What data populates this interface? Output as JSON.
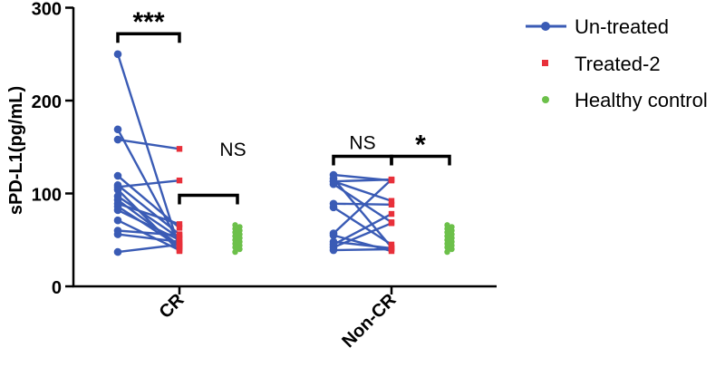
{
  "chart_data": {
    "type": "scatter",
    "ylabel": "sPD-L1(pg/mL)",
    "ylim": [
      0,
      300
    ],
    "yticks": [
      0,
      100,
      200,
      300
    ],
    "categories": [
      "CR",
      "Non-CR"
    ],
    "legend": {
      "position": "top-right",
      "items": [
        {
          "label": "Un-treated",
          "color": "#3A5BB5",
          "marker": "circle-line"
        },
        {
          "label": "Treated-2",
          "color": "#E8303A",
          "marker": "square"
        },
        {
          "label": "Healthy control",
          "color": "#6CC04A",
          "marker": "circle"
        }
      ]
    },
    "colors": {
      "untreated": "#3A5BB5",
      "treated": "#E8303A",
      "healthy": "#6CC04A",
      "pair_line": "#3A5BB5"
    },
    "groups": [
      {
        "category": "CR",
        "pairs": [
          [
            250,
            41
          ],
          [
            169,
            46
          ],
          [
            158,
            148
          ],
          [
            119,
            63
          ],
          [
            109,
            56
          ],
          [
            107,
            114
          ],
          [
            104,
            38
          ],
          [
            97,
            52
          ],
          [
            93,
            44
          ],
          [
            89,
            67
          ],
          [
            86,
            43
          ],
          [
            82,
            50
          ],
          [
            71,
            39
          ],
          [
            60,
            55
          ],
          [
            56,
            48
          ],
          [
            37,
            45
          ]
        ],
        "healthy": [
          37,
          40,
          42,
          44,
          46,
          48,
          50,
          52,
          54,
          56,
          58,
          60,
          62,
          64,
          66
        ]
      },
      {
        "category": "Non-CR",
        "pairs": [
          [
            120,
            114
          ],
          [
            116,
            42
          ],
          [
            113,
            92
          ],
          [
            113,
            115
          ],
          [
            110,
            69
          ],
          [
            89,
            88
          ],
          [
            85,
            45
          ],
          [
            57,
            115
          ],
          [
            55,
            38
          ],
          [
            48,
            41
          ],
          [
            45,
            78
          ],
          [
            42,
            68
          ],
          [
            39,
            40
          ]
        ],
        "healthy": [
          37,
          40,
          42,
          44,
          46,
          48,
          50,
          52,
          54,
          56,
          58,
          60,
          62,
          64,
          66
        ]
      }
    ],
    "annotations": [
      {
        "text": "***",
        "from": "CR-untreated",
        "to": "CR-treated",
        "y": 272
      },
      {
        "text": "NS",
        "from": "CR-treated",
        "to": "CR-healthy",
        "y": 98
      },
      {
        "text": "NS",
        "from": "NonCR-untreated",
        "to": "NonCR-treated",
        "y": 140
      },
      {
        "text": "*",
        "from": "NonCR-treated",
        "to": "NonCR-healthy",
        "y": 140
      }
    ]
  }
}
